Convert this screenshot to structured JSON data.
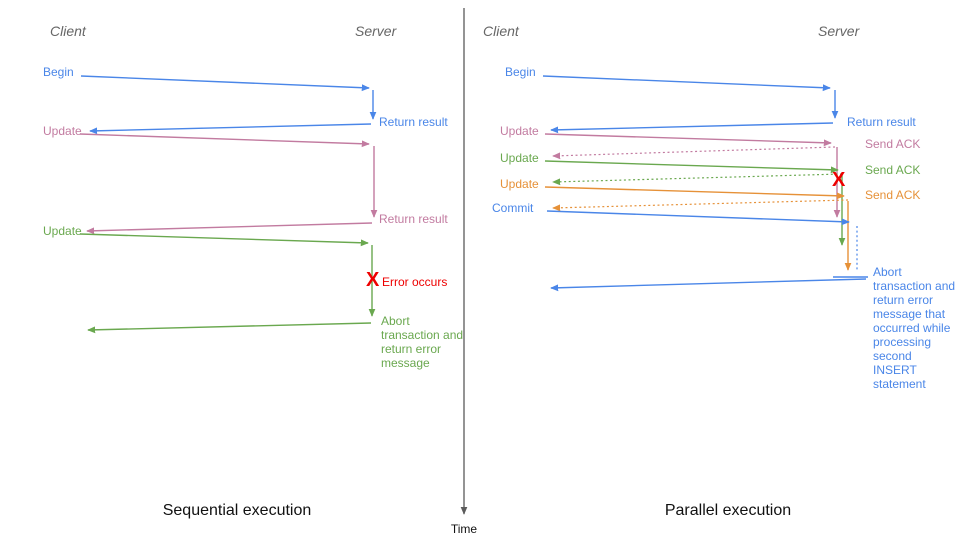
{
  "colors": {
    "blue": "#4a86e8",
    "pink": "#c27ba0",
    "green": "#6aa84f",
    "orange": "#e69138",
    "red": "#ee0000",
    "header_gray": "#666666",
    "axis_gray": "#5b5b5b"
  },
  "time_axis": {
    "label": "Time"
  },
  "left_panel": {
    "caption": "Sequential execution",
    "client_header": "Client",
    "server_header": "Server",
    "begin_label": "Begin",
    "return_result_1_label": "Return result",
    "update_1_label": "Update",
    "return_result_2_label": "Return result",
    "update_2_label": "Update",
    "error_x": "X",
    "error_label": "Error occurs",
    "abort_label": "Abort transaction and return error message"
  },
  "right_panel": {
    "caption": "Parallel execution",
    "client_header": "Client",
    "server_header": "Server",
    "begin_label": "Begin",
    "return_result_label": "Return result",
    "update_1_label": "Update",
    "send_ack_1_label": "Send ACK",
    "update_2_label": "Update",
    "send_ack_2_label": "Send ACK",
    "update_3_label": "Update",
    "send_ack_3_label": "Send ACK",
    "commit_label": "Commit",
    "error_x": "X",
    "abort_label": "Abort transaction and return error message that occurred while processing second INSERT statement"
  }
}
